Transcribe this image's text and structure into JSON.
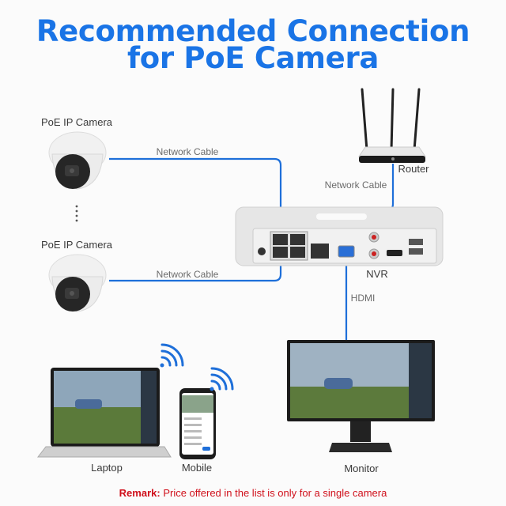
{
  "title": {
    "line1": "Recommended Connection",
    "line2": "for PoE Camera"
  },
  "devices": {
    "camera1": "PoE IP Camera",
    "camera2": "PoE IP Camera",
    "router": "Router",
    "nvr": "NVR",
    "monitor": "Monitor",
    "laptop": "Laptop",
    "mobile": "Mobile"
  },
  "cables": {
    "camera1": "Network Cable",
    "camera2": "Network Cable",
    "router": "Network Cable",
    "monitor": "HDMI"
  },
  "remark": {
    "label": "Remark:",
    "text": " Price offered in the list is only for a single camera"
  },
  "colors": {
    "title": "#1a74e6",
    "cable": "#1e6fd9",
    "remark": "#d0101b"
  }
}
